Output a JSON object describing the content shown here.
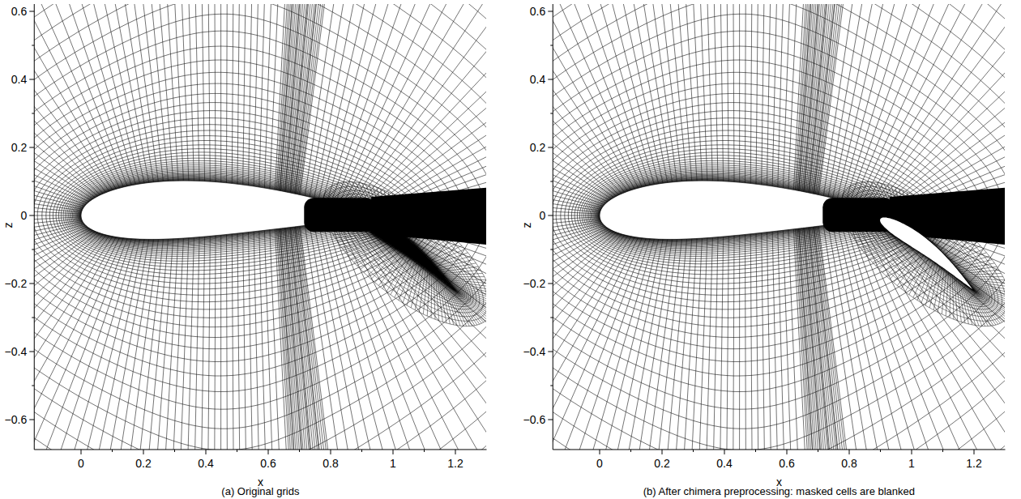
{
  "diagram": {
    "labels": [
      "0.6",
      "0.4",
      "0.2",
      "0",
      "−0.2",
      "−0.4",
      "−0.6",
      "z",
      "0",
      "0.2",
      "0.4",
      "0.6",
      "0.8",
      "1",
      "1.2",
      "x",
      "(a) Original grids",
      "0.6",
      "0.4",
      "0.2",
      "0",
      "−0.2",
      "−0.4",
      "−0.6",
      "z",
      "0",
      "0.2",
      "0.4",
      "0.6",
      "0.8",
      "1",
      "1.2",
      "x",
      "(b) After chimera preprocessing: masked cells are blanked"
    ]
  }
}
